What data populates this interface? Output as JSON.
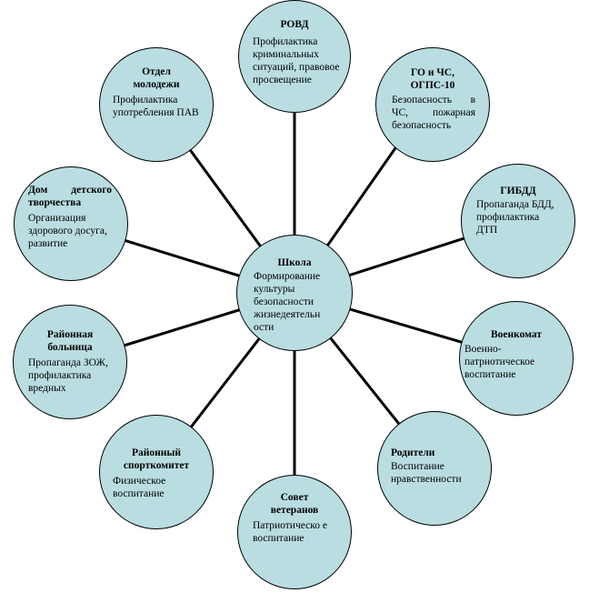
{
  "center": {
    "title": "Школа",
    "text": "Формирование культуры безопасности жизнедеятельн ости"
  },
  "nodes": {
    "rovd": {
      "title": "РОВД",
      "text": "Профилактика криминальных ситуаций, правовое просвещение"
    },
    "go_chs": {
      "title": "ГО и ЧС, ОГПС-10",
      "text": "Безопасность в ЧС, пожарная безопасность"
    },
    "gibdd": {
      "title": "ГИБДД",
      "text": "Пропаганда БДД, профилактика ДТП"
    },
    "voenkomat": {
      "title": "Военкомат",
      "text": "Военно-патриотическое воспитание"
    },
    "roditeli": {
      "title": "Родители",
      "text": "Воспитание нравственности"
    },
    "sovet": {
      "title": "Совет ветеранов",
      "text": "Патриотическо е воспитание"
    },
    "sportkomitet": {
      "title": "Районный спорткомитет",
      "text": "Физическое воспитание"
    },
    "bolnica": {
      "title": "Районная больница",
      "text": "Пропаганда ЗОЖ, профилактика вредных"
    },
    "ddt": {
      "title": "Дом детского творчества",
      "text": "Организация здорового досуга, развитие"
    },
    "molodezh": {
      "title": "Отдел молодежи",
      "text": "Профилактика употребления ПАВ"
    }
  },
  "colors": {
    "fill": "#b9dde1",
    "stroke": "#000000"
  }
}
